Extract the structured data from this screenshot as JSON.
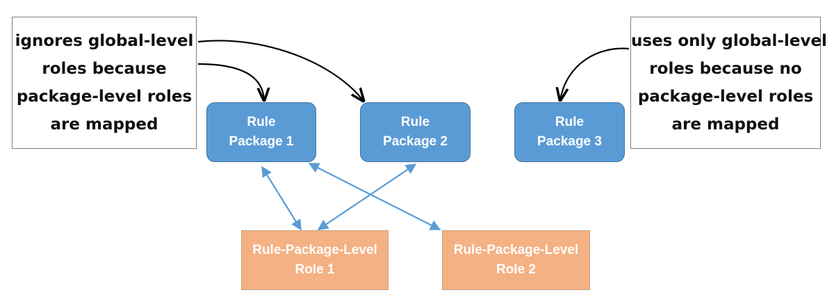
{
  "colors": {
    "package_fill": "#5b9bd5",
    "package_border": "#41719c",
    "role_fill": "#f4b183",
    "role_border": "#c9a185",
    "connector": "#5b9bd5",
    "callout_arrow": "#000000"
  },
  "notes": [
    {
      "id": "left",
      "lines": [
        "ignores global-level",
        "roles because",
        "package-level roles",
        "are mapped"
      ]
    },
    {
      "id": "right",
      "lines": [
        "uses only global-level",
        "roles because no",
        "package-level roles",
        "are mapped"
      ]
    }
  ],
  "packages": [
    {
      "id": "pkg1",
      "lines": [
        "Rule",
        "Package 1"
      ]
    },
    {
      "id": "pkg2",
      "lines": [
        "Rule",
        "Package 2"
      ]
    },
    {
      "id": "pkg3",
      "lines": [
        "Rule",
        "Package 3"
      ]
    }
  ],
  "roles": [
    {
      "id": "role1",
      "lines": [
        "Rule-Package-Level",
        "Role 1"
      ]
    },
    {
      "id": "role2",
      "lines": [
        "Rule-Package-Level",
        "Role 2"
      ]
    }
  ],
  "connections": [
    {
      "from": "pkg1",
      "to": "role1",
      "bidirectional": true
    },
    {
      "from": "pkg2",
      "to": "role1",
      "bidirectional": true
    },
    {
      "from": "pkg1",
      "to": "role2",
      "bidirectional": true
    }
  ],
  "callouts": [
    {
      "from": "left",
      "to": "pkg1"
    },
    {
      "from": "left",
      "to": "pkg2"
    },
    {
      "from": "right",
      "to": "pkg3"
    }
  ]
}
